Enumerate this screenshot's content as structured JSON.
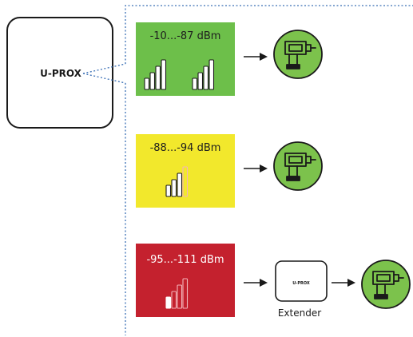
{
  "hub": {
    "label": "U-PROX"
  },
  "zones": [
    {
      "range": "-10...-87 dBm",
      "color": "#6dbf4a",
      "text_color": "#1e1e1e",
      "signal": "strong",
      "bar_levels": [
        4,
        4
      ]
    },
    {
      "range": "-88...-94 dBm",
      "color": "#f2e82c",
      "text_color": "#1e1e1e",
      "signal": "medium",
      "bar_levels": [
        3
      ]
    },
    {
      "range": "-95...-111 dBm",
      "color": "#c4212e",
      "text_color": "#ffffff",
      "signal": "weak",
      "bar_levels": [
        1
      ]
    }
  ],
  "extender": {
    "label": "Extender",
    "device_label": "U-PROX"
  },
  "device_icon": "power-drill-icon",
  "colors": {
    "link_line": "#3a6fb5",
    "device_circle": "#7cc24c",
    "outline": "#1a1a1a"
  }
}
